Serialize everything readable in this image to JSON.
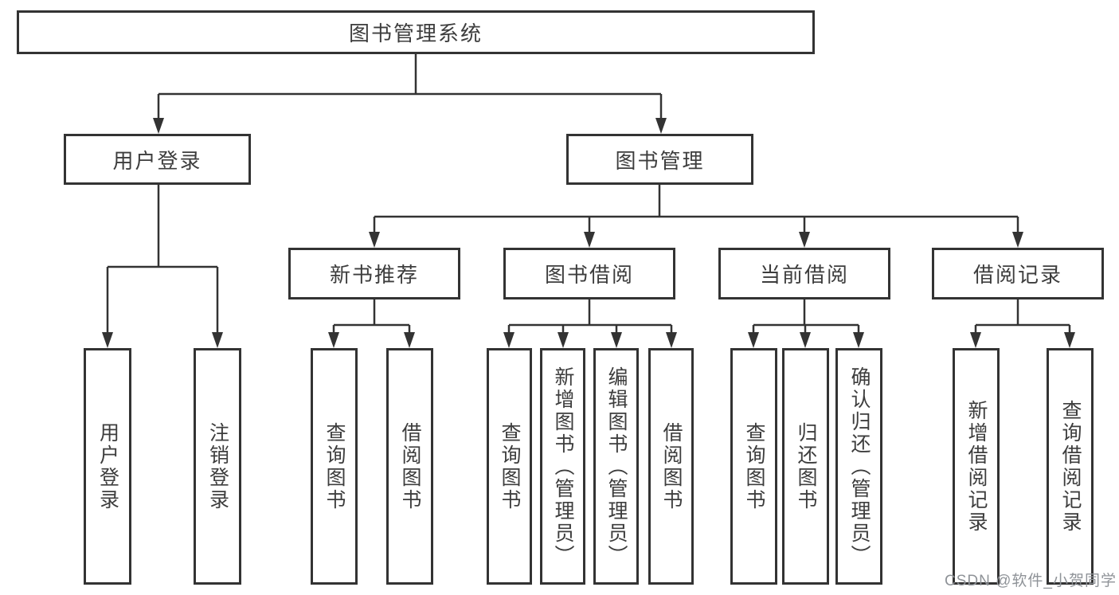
{
  "diagram_type": "hierarchy-tree",
  "tree": {
    "root": {
      "label": "图书管理系统",
      "children": [
        {
          "label": "用户登录",
          "children": [
            {
              "label": "用户登录"
            },
            {
              "label": "注销登录"
            }
          ]
        },
        {
          "label": "图书管理",
          "children": [
            {
              "label": "新书推荐",
              "children": [
                {
                  "label": "查询图书"
                },
                {
                  "label": "借阅图书"
                }
              ]
            },
            {
              "label": "图书借阅",
              "children": [
                {
                  "label": "查询图书"
                },
                {
                  "label": "新增图书（管理员）"
                },
                {
                  "label": "编辑图书（管理员）"
                },
                {
                  "label": "借阅图书"
                }
              ]
            },
            {
              "label": "当前借阅",
              "children": [
                {
                  "label": "查询图书"
                },
                {
                  "label": "归还图书"
                },
                {
                  "label": "确认归还（管理员）"
                }
              ]
            },
            {
              "label": "借阅记录",
              "children": [
                {
                  "label": "新增借阅记录"
                },
                {
                  "label": "查询借阅记录"
                }
              ]
            }
          ]
        }
      ]
    }
  },
  "watermark": {
    "text": "CSDN @软件_小贺同学"
  },
  "colors": {
    "line": "#333333",
    "box_border": "#333333",
    "text": "#3d3d3d",
    "background": "#ffffff",
    "watermark": "#8f9398"
  }
}
